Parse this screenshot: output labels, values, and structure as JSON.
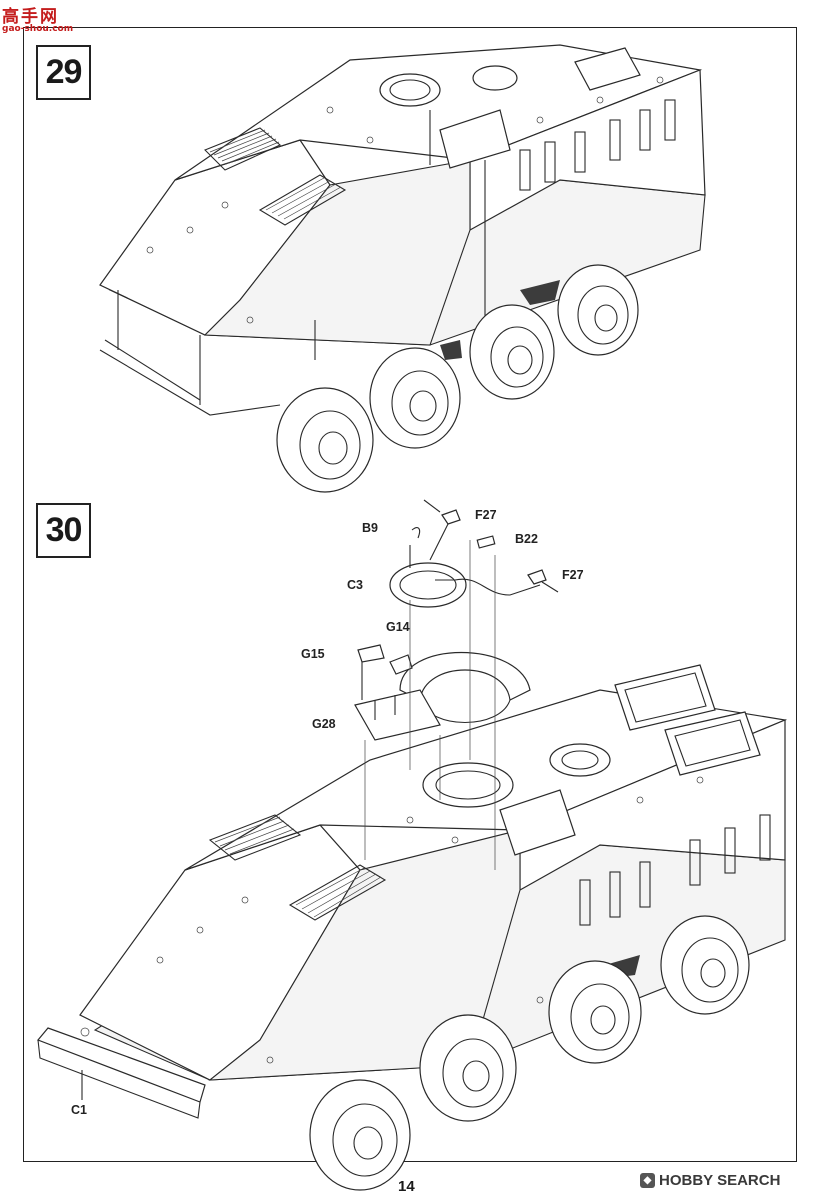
{
  "watermark": {
    "brand_cn": "高手网",
    "url": "gao-shou.com"
  },
  "steps": [
    {
      "number": "29"
    },
    {
      "number": "30"
    }
  ],
  "parts": {
    "b9": "B9",
    "f27_top": "F27",
    "b22": "B22",
    "c3": "C3",
    "f27_side": "F27",
    "g14": "G14",
    "g15": "G15",
    "g28": "G28",
    "c1": "C1"
  },
  "footer": {
    "page_number": "14",
    "hobby_search": "HOBBY SEARCH"
  }
}
